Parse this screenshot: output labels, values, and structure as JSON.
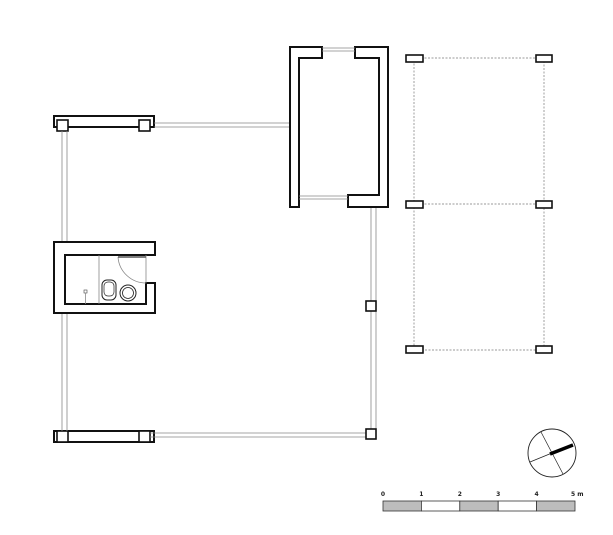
{
  "title": "Floor plan",
  "scale_bar": {
    "labels": [
      "0",
      "1",
      "2",
      "3",
      "4",
      "5 m"
    ],
    "colors": {
      "filled": "#bdbdbd",
      "empty": "#ffffff"
    }
  },
  "compass": {
    "icon": "north-arrow-icon"
  }
}
